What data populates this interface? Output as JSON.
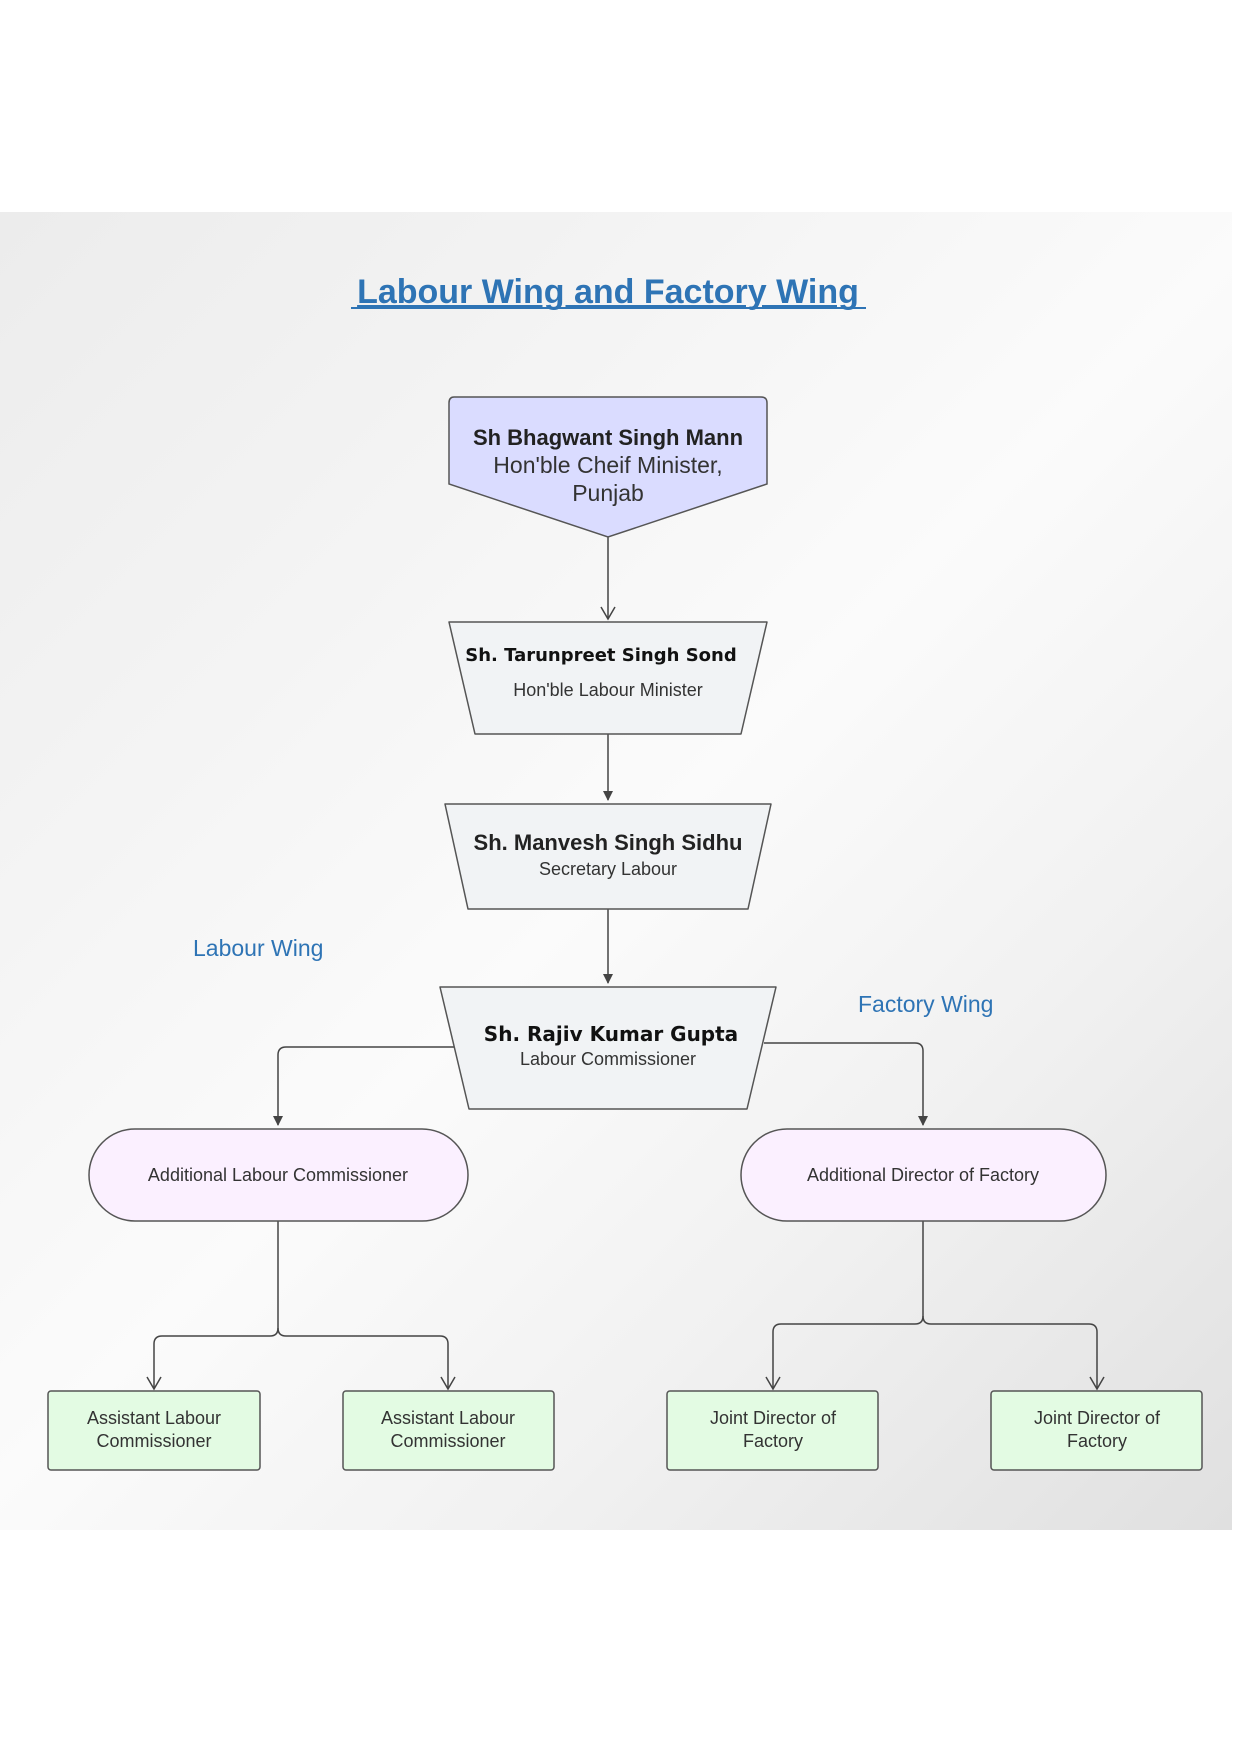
{
  "title": "Labour Wing and Factory Wing",
  "wing_labels": {
    "labour": "Labour Wing",
    "factory": "Factory Wing"
  },
  "nodes": {
    "chief_minister": {
      "name": "Sh Bhagwant Singh Mann",
      "role_line1": "Hon'ble Cheif Minister,",
      "role_line2": "Punjab"
    },
    "labour_minister": {
      "name": "Sh. Tarunpreet Singh Sond",
      "role": "Hon'ble Labour Minister"
    },
    "secretary": {
      "name": "Sh. Manvesh Singh Sidhu",
      "role": "Secretary Labour"
    },
    "commissioner": {
      "name": "Sh. Rajiv Kumar Gupta",
      "role": "Labour Commissioner"
    },
    "additional_labour": {
      "label": "Additional Labour Commissioner"
    },
    "additional_factory": {
      "label": "Additional Director of Factory"
    },
    "assistant_labour_1": {
      "line1": "Assistant Labour",
      "line2": "Commissioner"
    },
    "assistant_labour_2": {
      "line1": "Assistant Labour",
      "line2": "Commissioner"
    },
    "joint_director_1": {
      "line1": "Joint Director of",
      "line2": "Factory"
    },
    "joint_director_2": {
      "line1": "Joint Director of",
      "line2": "Factory"
    }
  },
  "colors": {
    "title": "#2e74b5",
    "top_node_fill": "#dadcff",
    "official_node_fill": "#f1f3f5",
    "additional_node_fill": "#fbf0ff",
    "leaf_node_fill": "#e3fbe3",
    "connector": "#444444"
  }
}
